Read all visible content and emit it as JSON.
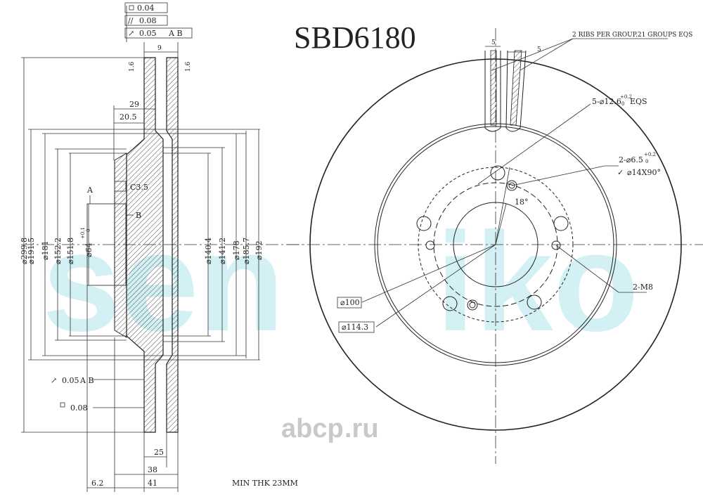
{
  "title": "SBD6180",
  "watermark": {
    "brand": "sen",
    "abcp": "abcp",
    "ru": ".ru"
  },
  "tolerances": {
    "flatness_top": "0.04",
    "parallel": "0.08",
    "runout_top": "0.05",
    "ref_AB": "A B",
    "runout_bottom": "0.05",
    "ref_AB_bottom": "A B",
    "flatness_bottom": "0.08"
  },
  "section_dims": {
    "width_9": "9",
    "offset_left": "1.6",
    "offset_right": "1.6",
    "d29": "29",
    "d20_5": "20.5",
    "chamfer": "C3.5",
    "datum_a": "A",
    "datum_b": "B",
    "d25": "25",
    "d38": "38",
    "d41": "41",
    "d6_2": "6.2",
    "min_thk": "MIN THK 23MM"
  },
  "diameters_left": [
    "⌀299.8",
    "⌀191.5",
    "⌀181",
    "⌀152.2",
    "⌀151.8",
    "⌀64"
  ],
  "bore_tol": "+0.1",
  "bore_tol_low": "0",
  "diameters_right": [
    "⌀140.4",
    "⌀141.2",
    "⌀178",
    "⌀185.7",
    "⌀192"
  ],
  "front_view": {
    "ribs_note": "2 RIBS PER GROUP.21 GROUPS EQS",
    "rib5a": "5",
    "rib5b": "5",
    "holes12": "5-⌀12.6",
    "holes12_tol": "+0.2",
    "holes12_tol_low": "0",
    "holes12_suffix": "EQS",
    "holes6": "2-⌀6.5",
    "holes6_tol": "+0.2",
    "holes6_tol_low": "0",
    "countersink": "⌀14X90°",
    "angle": "18°",
    "pcd100": "⌀100",
    "pcd114": "⌀114.3",
    "thread": "2-M8"
  }
}
